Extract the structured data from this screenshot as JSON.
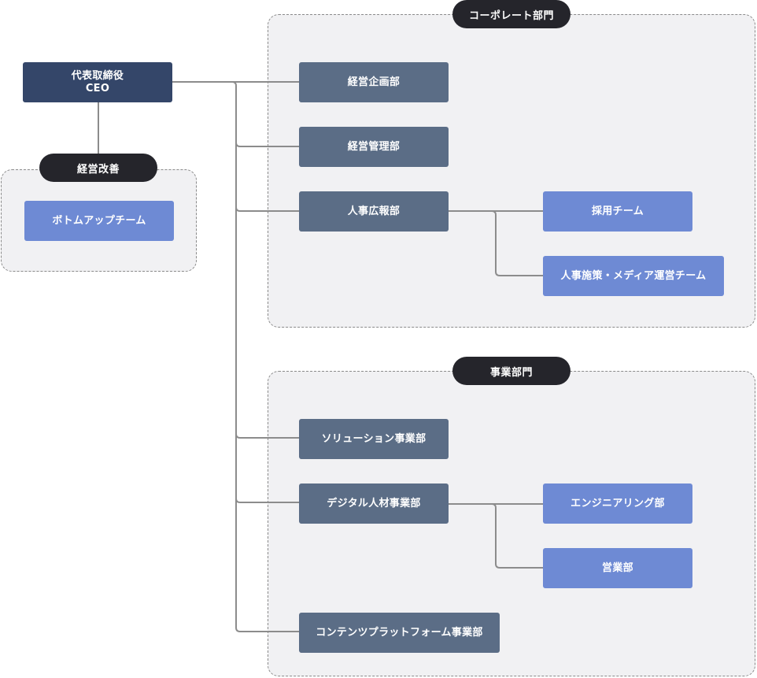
{
  "ceo": {
    "title": "代表取締役",
    "subtitle": "CEO"
  },
  "improvement": {
    "label": "経営改善",
    "team": "ボトムアップチーム"
  },
  "corporate": {
    "label": "コーポレート部門",
    "departments": [
      "経営企画部",
      "経営管理部",
      "人事広報部"
    ],
    "hr_teams": [
      "採用チーム",
      "人事施策・メディア運営チーム"
    ]
  },
  "business": {
    "label": "事業部門",
    "departments": [
      "ソリューション事業部",
      "デジタル人材事業部",
      "コンテンツプラットフォーム事業部"
    ],
    "digital_teams": [
      "エンジニアリング部",
      "営業部"
    ]
  },
  "colors": {
    "ceo_box": "#344669",
    "department_box": "#5b6d86",
    "team_box": "#6e8ad4",
    "group_label": "#25252b",
    "group_bg": "#f1f1f3",
    "connector": "#8c8c8c"
  }
}
